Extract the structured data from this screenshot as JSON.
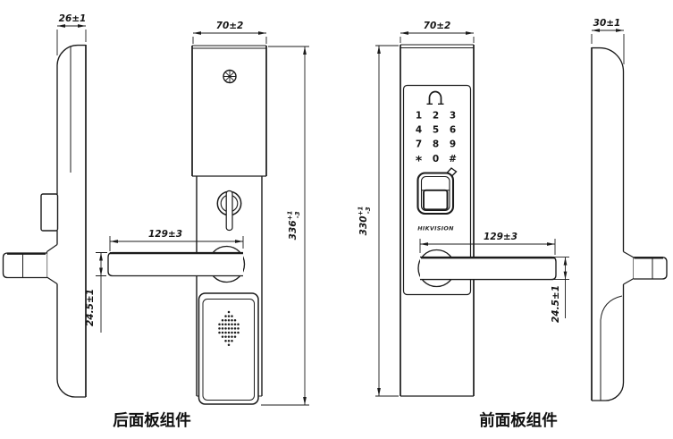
{
  "drawing": {
    "captions": {
      "rear": "后面板组件",
      "front": "前面板组件"
    },
    "brand": "HIKVISION",
    "dims": {
      "rear_thickness": "26±1",
      "rear_width": "70±2",
      "rear_height": {
        "main": "336",
        "sup": "+1",
        "sub": "-3"
      },
      "rear_handle_length": "129±3",
      "rear_handle_height": "24.5±1",
      "front_width": "70±2",
      "front_height": {
        "main": "330",
        "sup": "+1",
        "sub": "-3"
      },
      "front_handle_length": "129±3",
      "front_handle_height": "24.5±1",
      "front_thickness": "30±1"
    },
    "keypad": {
      "rows": [
        [
          "1",
          "2",
          "3"
        ],
        [
          "4",
          "5",
          "6"
        ],
        [
          "7",
          "8",
          "9"
        ],
        [
          "*",
          "0",
          "#"
        ]
      ]
    },
    "colors": {
      "line": "#1b1b1b",
      "background": "#ffffff"
    }
  }
}
